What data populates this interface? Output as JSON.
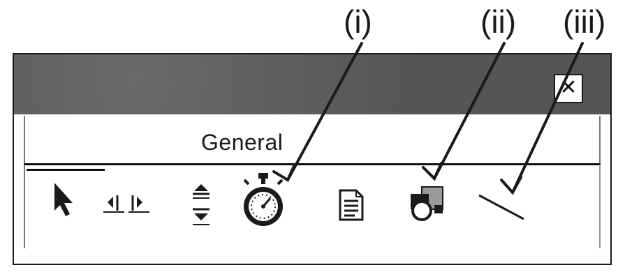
{
  "callouts": {
    "one": "(i)",
    "two": "(ii)",
    "three": "(iii)"
  },
  "window": {
    "close_glyph": "✕",
    "tab_label": "General"
  },
  "toolbox": {
    "items": [
      {
        "icon": "pointer-arrow-icon"
      },
      {
        "icon": "step-left-right-icon"
      },
      {
        "icon": "step-up-down-icon"
      },
      {
        "icon": "stopwatch-icon"
      },
      {
        "icon": "document-icon"
      },
      {
        "icon": "stamp-icon"
      },
      {
        "icon": "line-icon"
      }
    ]
  },
  "colors": {
    "titlebar": "#5c5c5c",
    "ink": "#1a1a1a"
  }
}
